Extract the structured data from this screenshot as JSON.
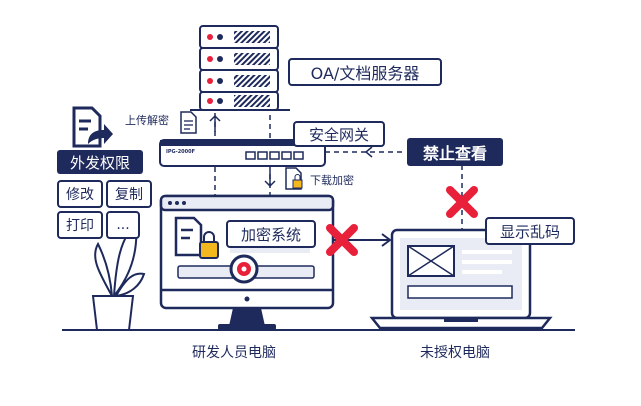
{
  "server": {
    "label": "OA/文档服务器"
  },
  "gateway": {
    "label": "安全网关",
    "plate_text": "IPG-2000F"
  },
  "upload": {
    "label": "上传解密"
  },
  "download": {
    "label": "下载加密"
  },
  "outbound": {
    "title": "外发权限",
    "items": [
      "修改",
      "复制",
      "打印",
      "..."
    ]
  },
  "encryption": {
    "label": "加密系统"
  },
  "block_view": {
    "label": "禁止查看"
  },
  "garbled": {
    "label": "显示乱码"
  },
  "computers": {
    "rd": {
      "label": "研发人员电脑"
    },
    "unauthorized": {
      "label": "未授权电脑"
    }
  },
  "colors": {
    "navy": "#1f2a5c",
    "red": "#e8203a",
    "light": "#e9ecf5"
  }
}
